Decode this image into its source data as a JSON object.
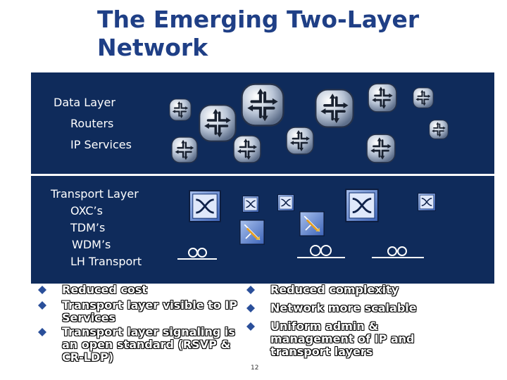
{
  "title": "The Emerging Two-Layer Network",
  "data_layer": {
    "heading": "Data Layer",
    "items": [
      "Routers",
      "IP Services"
    ]
  },
  "transport_layer": {
    "heading": "Transport Layer",
    "items": [
      "OXC’s",
      "TDM’s",
      "WDM’s",
      "LH Transport"
    ]
  },
  "bullets_left": [
    "Reduced cost",
    "Transport layer visible to IP Services",
    "Transport layer signaling is an open standard (RSVP & CR-LDP)"
  ],
  "bullets_right": [
    "Reduced complexity",
    "Network more scalable",
    "Uniform admin & management of IP and transport layers"
  ],
  "slide_number": "12",
  "colors": {
    "title": "#1f3f86",
    "panel": "#0f2b5b",
    "bullet_diamond": "#2a4f9a"
  },
  "icons": {
    "router": "router-icon",
    "oxc": "optical-cross-connect-icon",
    "tdm": "tdm-icon",
    "wdm": "wdm-icon",
    "lh": "long-haul-fiber-icon",
    "bullet": "diamond-bullet-icon"
  }
}
